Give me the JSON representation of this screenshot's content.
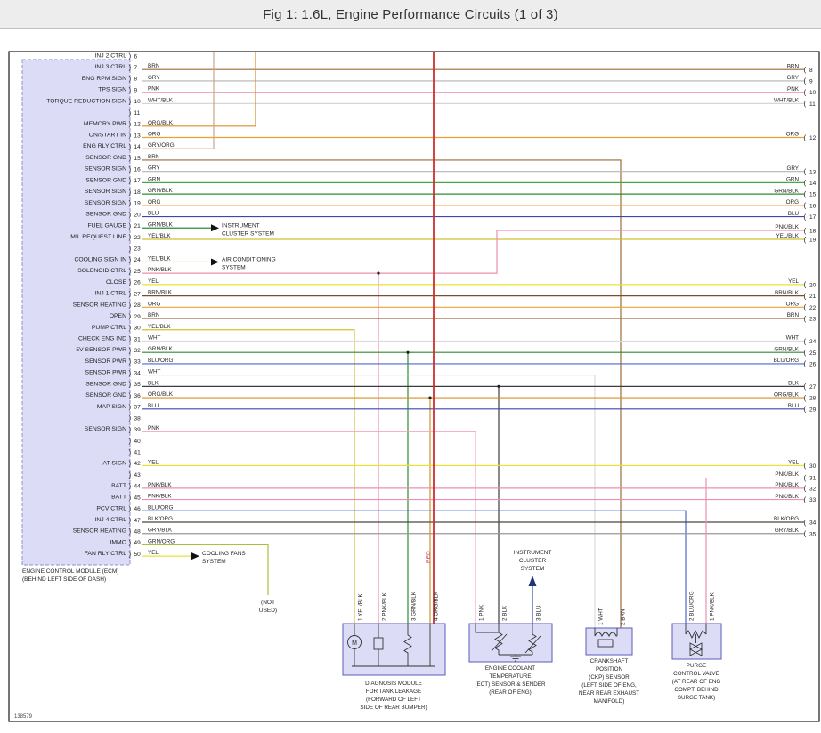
{
  "title": "Fig 1: 1.6L, Engine Performance Circuits (1 of 3)",
  "doc_number": "138579",
  "red_wire_label": "RED",
  "not_used": [
    "(NOT",
    "USED)"
  ],
  "colors": {
    "BRN": "#9c6a38",
    "GRY": "#b4b4b4",
    "PNK": "#f0a8c0",
    "WHT/BLK": "#d6d6d6",
    "ORG/BLK": "#d88f28",
    "ORG": "#f0a030",
    "GRY/ORG": "#c8a888",
    "GRN": "#46a846",
    "GRN/BLK": "#2e8b2e",
    "BLU": "#3848b0",
    "YEL/BLK": "#cfc233",
    "YEL": "#e9e139",
    "BRN/BLK": "#7a4f28",
    "WHT": "#dcdcdc",
    "BLU/ORG": "#4a6ac8",
    "BLK": "#3c3c3c",
    "PNK/BLK": "#ec8fb0",
    "BLK/ORG": "#4c463c",
    "GRY/BLK": "#989898",
    "GRN/ORG": "#a6c23c",
    "RED": "#cc3030"
  },
  "ecm": {
    "caption": [
      "ENGINE CONTROL MODULE (ECM)",
      "(BEHIND LEFT SIDE OF DASH)"
    ],
    "pins": [
      {
        "num": 6,
        "label": "INJ 2 CTRL",
        "wire": "",
        "route": "none"
      },
      {
        "num": 7,
        "label": "INJ 3 CTRL",
        "wire": "BRN",
        "route": "edge",
        "edge": 8
      },
      {
        "num": 8,
        "label": "ENG RPM SIGN",
        "wire": "GRY",
        "route": "edge",
        "edge": 9
      },
      {
        "num": 9,
        "label": "TPS SIGN",
        "wire": "PNK",
        "route": "edge",
        "edge": 10
      },
      {
        "num": 10,
        "label": "TORQUE REDUCTION SIGN",
        "wire": "WHT/BLK",
        "route": "edge",
        "edge": 11
      },
      {
        "num": 11,
        "label": "",
        "wire": "",
        "route": "none"
      },
      {
        "num": 12,
        "label": "MEMORY PWR",
        "wire": "ORG/BLK",
        "route": "top"
      },
      {
        "num": 13,
        "label": "ON/START IN",
        "wire": "ORG",
        "route": "edge",
        "edge": 12
      },
      {
        "num": 14,
        "label": "ENG RLY CTRL",
        "wire": "GRY/ORG",
        "route": "top"
      },
      {
        "num": 15,
        "label": "SENSOR GND",
        "wire": "BRN",
        "route": "comp",
        "comp": "ckp",
        "cpin": 1
      },
      {
        "num": 16,
        "label": "SENSOR SIGN",
        "wire": "GRY",
        "route": "edge",
        "edge": 13
      },
      {
        "num": 17,
        "label": "SENSOR GND",
        "wire": "GRN",
        "route": "edge",
        "edge": 14
      },
      {
        "num": 18,
        "label": "SENSOR SIGN",
        "wire": "GRN/BLK",
        "route": "edge",
        "edge": 15
      },
      {
        "num": 19,
        "label": "SENSOR SIGN",
        "wire": "ORG",
        "route": "edge",
        "edge": 16
      },
      {
        "num": 20,
        "label": "SENSOR GND",
        "wire": "BLU",
        "route": "edge",
        "edge": 17
      },
      {
        "num": 21,
        "label": "FUEL GAUGE",
        "wire": "GRN/BLK",
        "route": "arrow",
        "arrow": 0
      },
      {
        "num": 22,
        "label": "MIL REQUEST LINE",
        "wire": "YEL/BLK",
        "route": "edge",
        "edge": 19
      },
      {
        "num": 23,
        "label": "",
        "wire": "",
        "route": "none"
      },
      {
        "num": 24,
        "label": "COOLING SIGN IN",
        "wire": "YEL/BLK",
        "route": "arrow",
        "arrow": 1
      },
      {
        "num": 25,
        "label": "SOLENOID CTRL",
        "wire": "PNK/BLK",
        "route": "branch-up-edge",
        "edge": 18,
        "comp": "diagnosis",
        "cpin": 1
      },
      {
        "num": 26,
        "label": "CLOSE",
        "wire": "YEL",
        "route": "edge",
        "edge": 20
      },
      {
        "num": 27,
        "label": "INJ 1 CTRL",
        "wire": "BRN/BLK",
        "route": "edge",
        "edge": 21
      },
      {
        "num": 28,
        "label": "SENSOR HEATING",
        "wire": "ORG",
        "route": "edge",
        "edge": 22
      },
      {
        "num": 29,
        "label": "OPEN",
        "wire": "BRN",
        "route": "edge",
        "edge": 23
      },
      {
        "num": 30,
        "label": "PUMP CTRL",
        "wire": "YEL/BLK",
        "route": "comp",
        "comp": "diagnosis",
        "cpin": 0
      },
      {
        "num": 31,
        "label": "CHECK ENG IND",
        "wire": "WHT",
        "route": "edge",
        "edge": 24
      },
      {
        "num": 32,
        "label": "5V SENSOR PWR",
        "wire": "GRN/BLK",
        "route": "edge-branch",
        "edge": 25,
        "comp": "diagnosis",
        "cpin": 2
      },
      {
        "num": 33,
        "label": "SENSOR PWR",
        "wire": "BLU/ORG",
        "route": "edge",
        "edge": 26
      },
      {
        "num": 34,
        "label": "SENSOR PWR",
        "wire": "WHT",
        "route": "comp",
        "comp": "ckp",
        "cpin": 0
      },
      {
        "num": 35,
        "label": "SENSOR GND",
        "wire": "BLK",
        "route": "edge-branch",
        "edge": 27,
        "comp": "ect",
        "cpin": 1
      },
      {
        "num": 36,
        "label": "SENSOR GND",
        "wire": "ORG/BLK",
        "route": "edge-branch",
        "edge": 28,
        "comp": "diagnosis",
        "cpin": 3
      },
      {
        "num": 37,
        "label": "MAP SIGN",
        "wire": "BLU",
        "route": "edge",
        "edge": 29
      },
      {
        "num": 38,
        "label": "",
        "wire": "",
        "route": "none"
      },
      {
        "num": 39,
        "label": "SENSOR SIGN",
        "wire": "PNK",
        "route": "comp",
        "comp": "ect",
        "cpin": 0
      },
      {
        "num": 40,
        "label": "",
        "wire": "",
        "route": "none"
      },
      {
        "num": 41,
        "label": "",
        "wire": "",
        "route": "none"
      },
      {
        "num": 42,
        "label": "IAT SIGN",
        "wire": "YEL",
        "route": "edge",
        "edge": 30
      },
      {
        "num": 43,
        "label": "",
        "wire": "",
        "route": "none"
      },
      {
        "num": 44,
        "label": "BATT",
        "wire": "PNK/BLK",
        "route": "edge",
        "edge": 32
      },
      {
        "num": 45,
        "label": "BATT",
        "wire": "PNK/BLK",
        "route": "edge",
        "edge": 33
      },
      {
        "num": 46,
        "label": "PCV CTRL",
        "wire": "BLU/ORG",
        "route": "comp",
        "comp": "purge",
        "cpin": 0
      },
      {
        "num": 47,
        "label": "INJ 4 CTRL",
        "wire": "BLK/ORG",
        "route": "edge",
        "edge": 34
      },
      {
        "num": 48,
        "label": "SENSOR HEATING",
        "wire": "GRY/BLK",
        "route": "edge",
        "edge": 35
      },
      {
        "num": 49,
        "label": "IMMO",
        "wire": "GRN/ORG",
        "route": "notused"
      },
      {
        "num": 50,
        "label": "FAN RLY CTRL",
        "wire": "YEL",
        "route": "arrow",
        "arrow": 2
      }
    ]
  },
  "right_edge": [
    {
      "num": 8,
      "wire": "BRN"
    },
    {
      "num": 9,
      "wire": "GRY"
    },
    {
      "num": 10,
      "wire": "PNK"
    },
    {
      "num": 11,
      "wire": "WHT/BLK"
    },
    {
      "num": 12,
      "wire": "ORG"
    },
    {
      "num": 13,
      "wire": "GRY"
    },
    {
      "num": 14,
      "wire": "GRN"
    },
    {
      "num": 15,
      "wire": "GRN/BLK"
    },
    {
      "num": 16,
      "wire": "ORG"
    },
    {
      "num": 17,
      "wire": "BLU"
    },
    {
      "num": 18,
      "wire": "PNK/BLK"
    },
    {
      "num": 19,
      "wire": "YEL/BLK"
    },
    {
      "num": 20,
      "wire": "YEL"
    },
    {
      "num": 21,
      "wire": "BRN/BLK"
    },
    {
      "num": 22,
      "wire": "ORG"
    },
    {
      "num": 23,
      "wire": "BRN"
    },
    {
      "num": 24,
      "wire": "WHT"
    },
    {
      "num": 25,
      "wire": "GRN/BLK"
    },
    {
      "num": 26,
      "wire": "BLU/ORG"
    },
    {
      "num": 27,
      "wire": "BLK"
    },
    {
      "num": 28,
      "wire": "ORG/BLK"
    },
    {
      "num": 29,
      "wire": "BLU"
    },
    {
      "num": 30,
      "wire": "YEL"
    },
    {
      "num": 31,
      "wire": "PNK/BLK"
    },
    {
      "num": 32,
      "wire": "PNK/BLK"
    },
    {
      "num": 33,
      "wire": "PNK/BLK"
    },
    {
      "num": 34,
      "wire": "BLK/ORG"
    },
    {
      "num": 35,
      "wire": "GRY/BLK"
    }
  ],
  "system_arrows": [
    {
      "lines": [
        "INSTRUMENT",
        "CLUSTER SYSTEM"
      ]
    },
    {
      "lines": [
        "AIR CONDITIONING",
        "SYSTEM"
      ]
    },
    {
      "lines": [
        "COOLING FANS",
        "SYSTEM"
      ]
    }
  ],
  "ect_arrow": {
    "lines": [
      "INSTRUMENT",
      "CLUSTER",
      "SYSTEM"
    ]
  },
  "components": [
    {
      "id": "diagnosis",
      "symbol_label": "M",
      "pin_labels": [
        "1 YEL/BLK",
        "2 PNK/BLK",
        "3 GRN/BLK",
        "4 ORG/BLK"
      ],
      "caption": [
        "DIAGNOSIS MODULE",
        "FOR TANK LEAKAGE",
        "(FORWARD OF LEFT",
        "SIDE OF REAR BUMPER)"
      ]
    },
    {
      "id": "ect",
      "pin_labels": [
        "1 PNK",
        "2 BLK",
        "3 BLU"
      ],
      "caption": [
        "ENGINE COOLANT",
        "TEMPERATURE",
        "(ECT) SENSOR & SENDER",
        "(REAR OF ENG)"
      ]
    },
    {
      "id": "ckp",
      "pin_labels": [
        "1 WHT",
        "2 BRN"
      ],
      "caption": [
        "CRANKSHAFT",
        "POSITION",
        "(CKP) SENSOR",
        "(LEFT SIDE OF ENG,",
        "NEAR REAR EXHAUST",
        "MANIFOLD)"
      ]
    },
    {
      "id": "purge",
      "pin_labels": [
        "2 BLU/ORG",
        "1 PNK/BLK"
      ],
      "caption": [
        "PURGE",
        "CONTROL VALVE",
        "(AT REAR OF ENG",
        "COMPT, BEHIND",
        "SURGE TANK)"
      ]
    }
  ]
}
